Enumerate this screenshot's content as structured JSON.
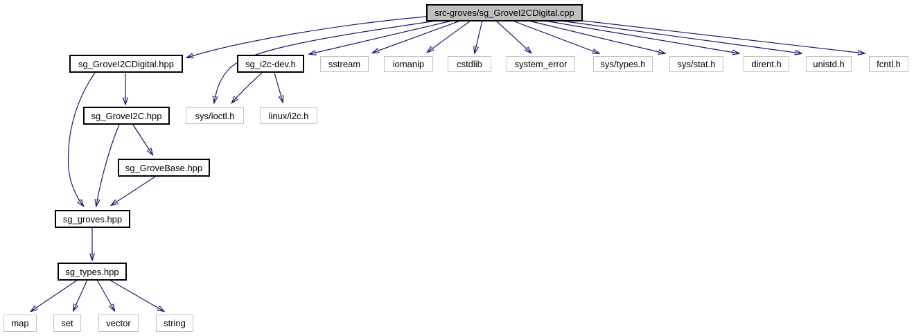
{
  "diagram": {
    "type": "include-dependency-graph",
    "colors": {
      "edge": "#191970",
      "root_fill": "#bfbfbf",
      "linked_border": "#000000",
      "plain_border": "#c3c3c3",
      "node_fill": "#ffffff"
    },
    "nodes": {
      "root": "src-groves/sg_GroveI2CDigital.cpp",
      "grove_i2c_digital_hpp": "sg_GroveI2CDigital.hpp",
      "sg_i2c_dev": "sg_i2c-dev.h",
      "sstream": "sstream",
      "iomanip": "iomanip",
      "cstdlib": "cstdlib",
      "system_error": "system_error",
      "sys_types": "sys/types.h",
      "sys_stat": "sys/stat.h",
      "dirent": "dirent.h",
      "unistd": "unistd.h",
      "fcntl": "fcntl.h",
      "sys_ioctl": "sys/ioctl.h",
      "linux_i2c": "linux/i2c.h",
      "grove_i2c_hpp": "sg_GroveI2C.hpp",
      "grove_base_hpp": "sg_GroveBase.hpp",
      "sg_groves_hpp": "sg_groves.hpp",
      "sg_types_hpp": "sg_types.hpp",
      "map": "map",
      "set": "set",
      "vector": "vector",
      "string": "string"
    },
    "edges": [
      {
        "from": "root",
        "to": "grove_i2c_digital_hpp"
      },
      {
        "from": "root",
        "to": "sys_ioctl"
      },
      {
        "from": "root",
        "to": "sg_i2c_dev"
      },
      {
        "from": "root",
        "to": "sstream"
      },
      {
        "from": "root",
        "to": "iomanip"
      },
      {
        "from": "root",
        "to": "cstdlib"
      },
      {
        "from": "root",
        "to": "system_error"
      },
      {
        "from": "root",
        "to": "sys_types"
      },
      {
        "from": "root",
        "to": "sys_stat"
      },
      {
        "from": "root",
        "to": "dirent"
      },
      {
        "from": "root",
        "to": "unistd"
      },
      {
        "from": "root",
        "to": "fcntl"
      },
      {
        "from": "sg_i2c_dev",
        "to": "sys_ioctl"
      },
      {
        "from": "sg_i2c_dev",
        "to": "linux_i2c"
      },
      {
        "from": "grove_i2c_digital_hpp",
        "to": "grove_i2c_hpp"
      },
      {
        "from": "grove_i2c_digital_hpp",
        "to": "sg_groves_hpp"
      },
      {
        "from": "grove_i2c_hpp",
        "to": "grove_base_hpp"
      },
      {
        "from": "grove_i2c_hpp",
        "to": "sg_groves_hpp"
      },
      {
        "from": "grove_base_hpp",
        "to": "sg_groves_hpp"
      },
      {
        "from": "sg_groves_hpp",
        "to": "sg_types_hpp"
      },
      {
        "from": "sg_types_hpp",
        "to": "map"
      },
      {
        "from": "sg_types_hpp",
        "to": "set"
      },
      {
        "from": "sg_types_hpp",
        "to": "vector"
      },
      {
        "from": "sg_types_hpp",
        "to": "string"
      }
    ]
  }
}
